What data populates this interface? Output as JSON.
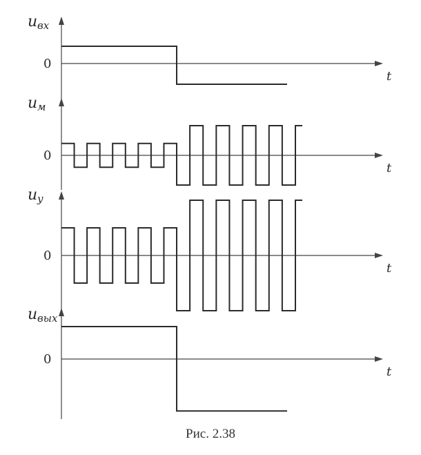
{
  "caption": "Рис. 2.38",
  "colors": {
    "ink": "#2a2a2a",
    "axis": "#444444"
  },
  "panels": [
    {
      "id": "input",
      "label_main": "u",
      "label_sub": "вх",
      "zero": "0",
      "t": "t",
      "waveform": "step",
      "level_before": 1,
      "level_after": -1.2,
      "switch": 0.5
    },
    {
      "id": "modulator",
      "label_main": "u",
      "label_sub": "м",
      "zero": "0",
      "t": "t",
      "waveform": "square",
      "amp_before": 0.4,
      "amp_after": 1,
      "cycles_before": 4,
      "cycles_after": 4
    },
    {
      "id": "amplifier",
      "label_main": "u",
      "label_sub": "у",
      "zero": "0",
      "t": "t",
      "waveform": "square",
      "amp_before": 0.5,
      "amp_after": 1,
      "cycles_before": 4,
      "cycles_after": 4
    },
    {
      "id": "output",
      "label_main": "u",
      "label_sub": "вых",
      "zero": "0",
      "t": "t",
      "waveform": "step",
      "level_before": 1,
      "level_after": -1.6,
      "switch": 0.5
    }
  ]
}
